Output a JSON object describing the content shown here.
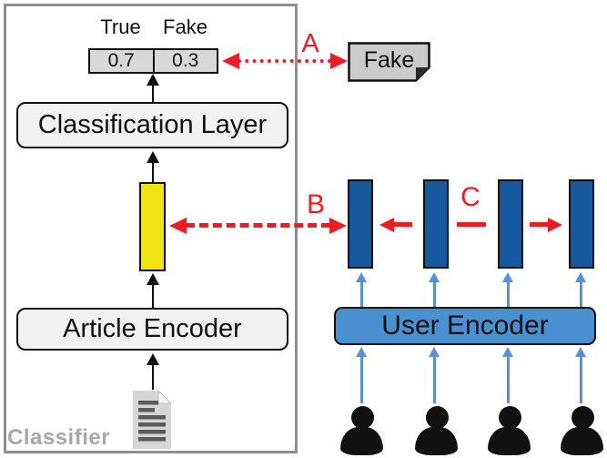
{
  "colors": {
    "red_accent": "#EC1C24",
    "article_embedding_yellow": "#F2E413",
    "user_embedding_blue": "#16599C",
    "user_encoder_blue": "#4A8FD0",
    "blue_arrow": "#5593D6",
    "panel_border_gray": "#8F8F8F",
    "encoder_box_fill": "#F2F2F2",
    "prob_cell_fill": "#D9D9D9",
    "note_fill": "#CBCBCB",
    "classifier_label_gray": "#A8A8A8"
  },
  "classifier_panel": {
    "label": "Classifier",
    "output_header": {
      "true_label": "True",
      "fake_label": "Fake"
    },
    "output_probs": {
      "true_value": "0.7",
      "fake_value": "0.3"
    },
    "classification_layer_label": "Classification Layer",
    "article_encoder_label": "Article Encoder"
  },
  "prediction_note": {
    "label": "Fake"
  },
  "user_branch": {
    "user_encoder_label": "User Encoder",
    "user_count": 4,
    "user_embedding_count": 4
  },
  "annotation_labels": {
    "a": "A",
    "b": "B",
    "c": "C"
  }
}
